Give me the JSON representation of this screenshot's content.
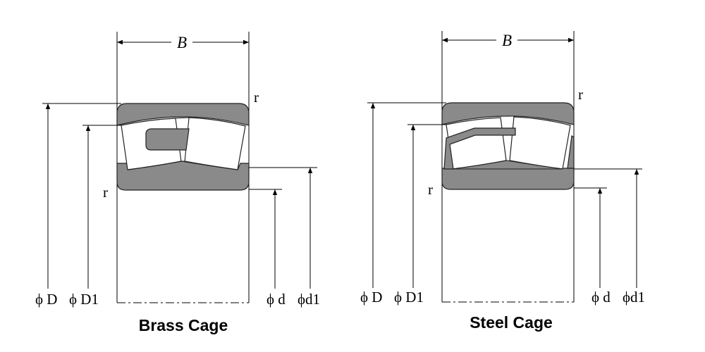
{
  "diagrams": [
    {
      "title": "Brass Cage",
      "width_label": "B",
      "radius_label": "r",
      "labels": {
        "D": "ϕ D",
        "D1": "ϕ D1",
        "d": "ϕ d",
        "d1": "ϕd1"
      }
    },
    {
      "title": "Steel Cage",
      "width_label": "B",
      "radius_label": "r",
      "labels": {
        "D": "ϕ D",
        "D1": "ϕ D1",
        "d": "ϕ d",
        "d1": "ϕd1"
      }
    }
  ],
  "colors": {
    "ring": "#8a8a8a",
    "line": "#000000"
  }
}
